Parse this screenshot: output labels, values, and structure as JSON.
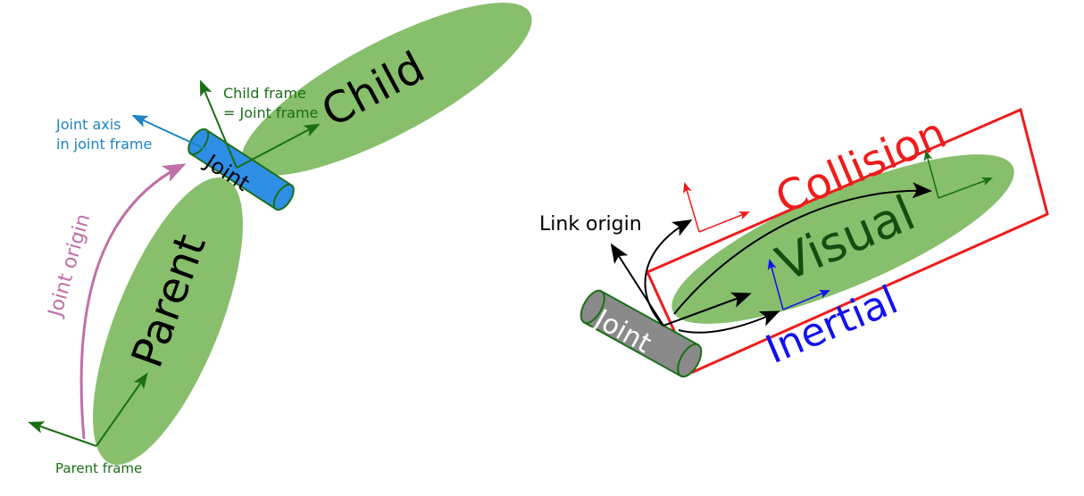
{
  "colors": {
    "link_fill": "#87bf6c",
    "frame_green": "#1a6f16",
    "axis_blue": "#1b84c4",
    "joint_blue": "#2f8fe6",
    "joint_gray": "#8a8a8a",
    "origin_purple": "#c06fa8",
    "collision_red": "#ee1c1c",
    "inertial_blue": "#1111ee",
    "visual_dark_green": "#134d0f",
    "black": "#000000"
  },
  "left": {
    "child_label": "Child",
    "parent_label": "Parent",
    "joint_label": "Joint",
    "child_frame_line1": "Child frame",
    "child_frame_line2": "= Joint frame",
    "joint_axis_line1": "Joint axis",
    "joint_axis_line2": "in joint frame",
    "joint_origin_label": "Joint origin",
    "parent_frame_label": "Parent frame"
  },
  "right": {
    "collision_label": "Collision",
    "visual_label": "Visual",
    "inertial_label": "Inertial",
    "link_origin_label": "Link origin",
    "joint_label": "Joint"
  }
}
